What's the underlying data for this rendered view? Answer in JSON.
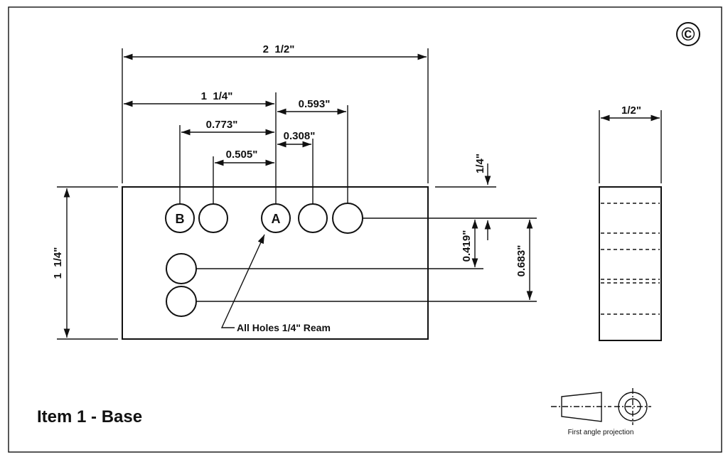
{
  "title": "Item 1 - Base",
  "copyright_symbol": "©",
  "dimensions": {
    "overall_length": "2  1/2\"",
    "half_length": "1  1/4\"",
    "to_hole_b": "0.773\"",
    "to_hole_2": "0.505\"",
    "a_to_hole_5": "0.593\"",
    "a_to_hole_4": "0.308\"",
    "height": "1  1/4\"",
    "top_offset": "1/4\"",
    "lower_hole_1": "0.419\"",
    "lower_hole_2": "0.683\"",
    "side_width": "1/2\""
  },
  "hole_labels": {
    "a": "A",
    "b": "B"
  },
  "note": "All Holes 1/4\" Ream",
  "projection_label": "First angle projection"
}
